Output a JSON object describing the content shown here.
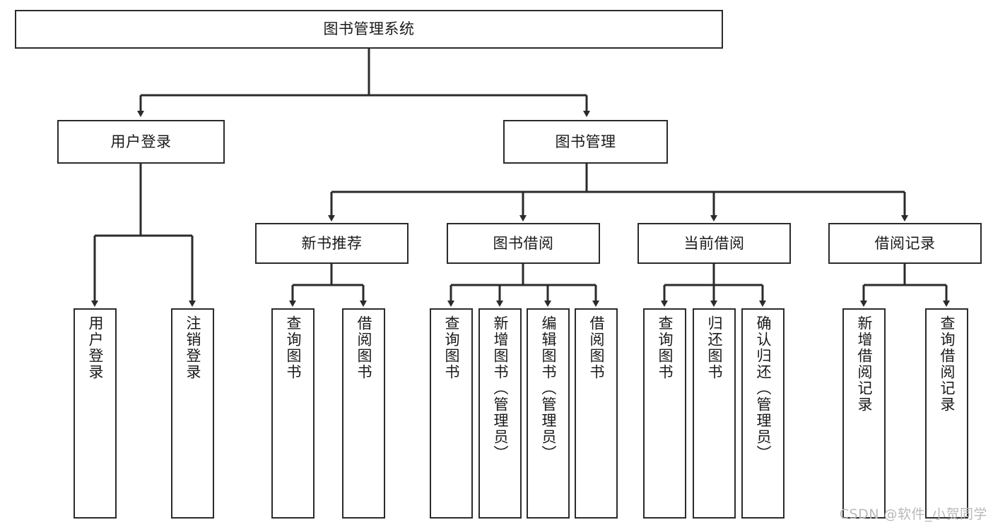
{
  "diagram": {
    "title": "图书管理系统",
    "type": "tree",
    "orientation": "top-down",
    "colors": {
      "box_border": "#2b2b2b",
      "box_fill": "#ffffff",
      "connector": "#2b2b2b",
      "text": "#1a1a1a",
      "watermark": "#b9b9b9"
    },
    "nodes": {
      "root": {
        "label": "图书管理系统",
        "level": 1
      },
      "level2": [
        {
          "id": "user-login",
          "label": "用户登录"
        },
        {
          "id": "book-manage",
          "label": "图书管理"
        }
      ],
      "level3": [
        {
          "id": "new-book-rec",
          "label": "新书推荐"
        },
        {
          "id": "book-borrow",
          "label": "图书借阅"
        },
        {
          "id": "current-borrow",
          "label": "当前借阅"
        },
        {
          "id": "borrow-record",
          "label": "借阅记录"
        }
      ],
      "leaves": {
        "user_login": [
          {
            "id": "leaf-user-login",
            "label": "用户登录"
          },
          {
            "id": "leaf-user-logout",
            "label": "注销登录"
          }
        ],
        "new_book_rec": [
          {
            "id": "leaf-query-book-1",
            "label": "查询图书"
          },
          {
            "id": "leaf-borrow-book-1",
            "label": "借阅图书"
          }
        ],
        "book_borrow": [
          {
            "id": "leaf-query-book-2",
            "label": "查询图书"
          },
          {
            "id": "leaf-add-book",
            "label": "新增图书（管理员）"
          },
          {
            "id": "leaf-edit-book",
            "label": "编辑图书（管理员）"
          },
          {
            "id": "leaf-borrow-book-2",
            "label": "借阅图书"
          }
        ],
        "current_borrow": [
          {
            "id": "leaf-query-book-3",
            "label": "查询图书"
          },
          {
            "id": "leaf-return-book",
            "label": "归还图书"
          },
          {
            "id": "leaf-confirm-return",
            "label": "确认归还（管理员）"
          }
        ],
        "borrow_record": [
          {
            "id": "leaf-add-record",
            "label": "新增借阅记录"
          },
          {
            "id": "leaf-query-record",
            "label": "查询借阅记录"
          }
        ]
      }
    },
    "watermark": "CSDN @软件_小贺同学"
  }
}
